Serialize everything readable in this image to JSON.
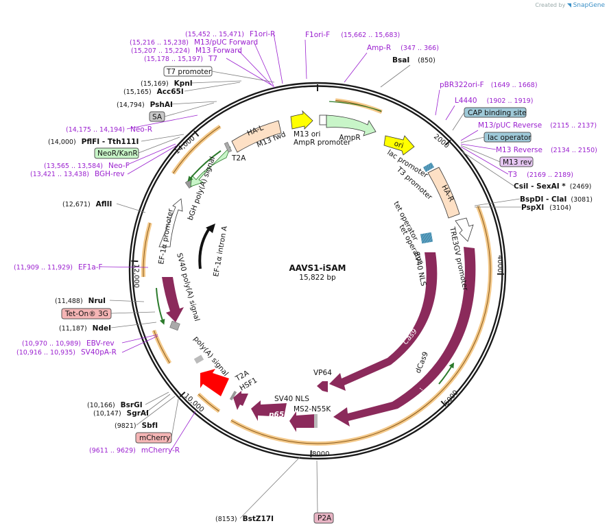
{
  "header": {
    "created_by": "Created by",
    "brand": "SnapGene"
  },
  "plasmid": {
    "name": "AAVS1-iSAM",
    "size": "15,822 bp"
  },
  "ticks": [
    "2000",
    "4000",
    "6000",
    "8000",
    "10,000",
    "12,000",
    "14,000"
  ],
  "sites": {
    "BsaI": {
      "name": "BsaI",
      "pos": "(850)"
    },
    "CsiI": {
      "name": "CsiI  - SexAI *",
      "pos": "(2469)"
    },
    "BspDI": {
      "name": "BspDI  - ClaI",
      "pos": "(3081)"
    },
    "PspXI": {
      "name": "PspXI",
      "pos": "(3104)"
    },
    "BstZ17I": {
      "name": "BstZ17I",
      "pos": "(8153)"
    },
    "SbfI": {
      "name": "SbfI",
      "pos": "(9821)"
    },
    "SgrAI": {
      "name": "SgrAI",
      "pos": "(10,147)"
    },
    "BsrGI": {
      "name": "BsrGI",
      "pos": "(10,166)"
    },
    "NdeI": {
      "name": "NdeI",
      "pos": "(11,187)"
    },
    "NruI": {
      "name": "NruI",
      "pos": "(11,488)"
    },
    "AflII": {
      "name": "AflII",
      "pos": "(12,671)"
    },
    "PflFI": {
      "name": "PflFI   - Tth111I",
      "pos": "(14,000)"
    },
    "PshAI": {
      "name": "PshAI",
      "pos": "(14,794)"
    },
    "Acc65I": {
      "name": "Acc65I",
      "pos": "(15,165)"
    },
    "KpnI": {
      "name": "KpnI",
      "pos": "(15,169)"
    }
  },
  "primers": {
    "F1oriR": {
      "name": "F1ori-R",
      "pos": "(15,452 .. 15,471)"
    },
    "M13pUCF": {
      "name": "M13/pUC Forward",
      "pos": "(15,216 .. 15,238)"
    },
    "M13F": {
      "name": "M13 Forward",
      "pos": "(15,207 .. 15,224)"
    },
    "T7": {
      "name": "T7",
      "pos": "(15,178 .. 15,197)"
    },
    "F1oriF": {
      "name": "F1ori-F",
      "pos": "(15,662 .. 15,683)"
    },
    "AmpR": {
      "name": "Amp-R",
      "pos": "(347 .. 366)"
    },
    "pBR322": {
      "name": "pBR322ori-F",
      "pos": "(1649 .. 1668)"
    },
    "L4440": {
      "name": "L4440",
      "pos": "(1902 .. 1919)"
    },
    "M13pUCR": {
      "name": "M13/pUC Reverse",
      "pos": "(2115 .. 2137)"
    },
    "M13R": {
      "name": "M13 Reverse",
      "pos": "(2134 .. 2150)"
    },
    "T3": {
      "name": "T3",
      "pos": "(2169 .. 2189)"
    },
    "NeoR": {
      "name": "Neo-R",
      "pos": "(14,175 .. 14,194)"
    },
    "NeoF": {
      "name": "Neo-F",
      "pos": "(13,565 .. 13,584)"
    },
    "BGHrev": {
      "name": "BGH-rev",
      "pos": "(13,421 .. 13,438)"
    },
    "EF1aF": {
      "name": "EF1a-F",
      "pos": "(11,909 .. 11,929)"
    },
    "EBVrev": {
      "name": "EBV-rev",
      "pos": "(10,970 .. 10,989)"
    },
    "SV40pAR": {
      "name": "SV40pA-R",
      "pos": "(10,916 .. 10,935)"
    },
    "mCherryR": {
      "name": "mCherry-R",
      "pos": "(9611 .. 9629)"
    }
  },
  "boxes": {
    "T7promoter": "T7 promoter",
    "SA": "SA",
    "NeoKanR": "NeoR/KanR",
    "CAP": "CAP binding site",
    "lacop": "lac operator",
    "M13rev": "M13 rev",
    "TetOn": "Tet-On® 3G",
    "mCherry": "mCherry",
    "P2A": "P2A"
  },
  "features": {
    "M13ori": "M13 ori",
    "AmpRpromoter": "AmpR promoter",
    "AmpR": "AmpR",
    "ori": "ori",
    "lacpromoter": "lac promoter",
    "T3promoter": "T3 promoter",
    "HAR": "HA-R",
    "TRE3GV": "TRE3GV promoter",
    "tetop1": "tet operator",
    "tetop2": "tet operator",
    "SV40NLS1": "SV40 NLS",
    "Cas9": "Cas9",
    "dCas9": "dCas9",
    "VP64": "VP64",
    "MS2": "MS2-N55K",
    "SV40NLS2": "SV40 NLS",
    "p65": "p65",
    "HSF1": "HSF1",
    "T2Aa": "T2A",
    "polyA": "poly(A) signal",
    "SV40polyA": "SV40 poly(A) signal",
    "EF1apromoter": "EF-1α promoter",
    "EF1aintron": "EF-1α intron A",
    "bGHpolyA": "bGH poly(A) signal",
    "T2Ab": "T2A",
    "HAL": "HA-L",
    "M13fwd": "M13 fwd"
  },
  "colors": {
    "primer": "#9a1fcf",
    "cas9": "#8b2a5b",
    "yellow": "#ffff00",
    "ha": "#fde0c5",
    "red": "#ff0000",
    "green": "#c8f5c8",
    "orangeHalo": "#f4c98a"
  }
}
